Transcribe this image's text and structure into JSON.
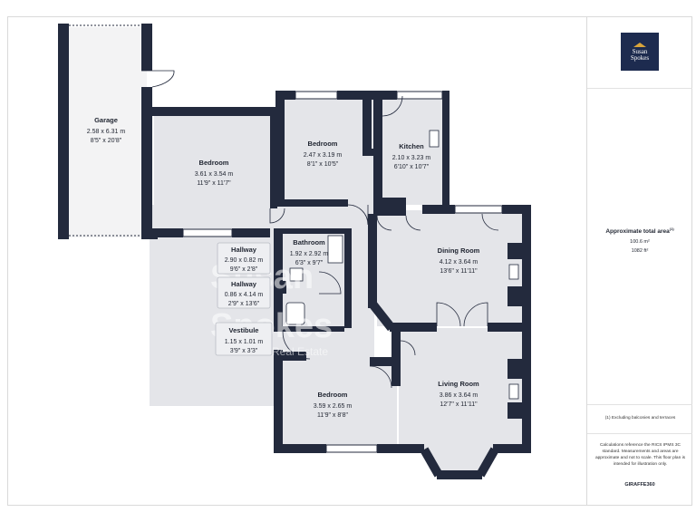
{
  "rooms": {
    "garage": {
      "name": "Garage",
      "metric": "2.58 x 6.31 m",
      "imperial": "8'5\" x 20'8\""
    },
    "bedroom1": {
      "name": "Bedroom",
      "metric": "3.61 x 3.54 m",
      "imperial": "11'9\" x 11'7\""
    },
    "bedroom2": {
      "name": "Bedroom",
      "metric": "2.47 x 3.19 m",
      "imperial": "8'1\" x 10'5\""
    },
    "kitchen": {
      "name": "Kitchen",
      "metric": "2.10 x 3.23 m",
      "imperial": "6'10\" x 10'7\""
    },
    "hallway1": {
      "name": "Hallway",
      "metric": "2.90 x 0.82 m",
      "imperial": "9'6\" x 2'8\""
    },
    "hallway2": {
      "name": "Hallway",
      "metric": "0.86 x 4.14 m",
      "imperial": "2'9\" x 13'6\""
    },
    "bathroom": {
      "name": "Bathroom",
      "metric": "1.92 x 2.92 m",
      "imperial": "6'3\" x 9'7\""
    },
    "vestibule": {
      "name": "Vestibule",
      "metric": "1.15 x 1.01 m",
      "imperial": "3'9\" x 3'3\""
    },
    "dining": {
      "name": "Dining Room",
      "metric": "4.12 x 3.64 m",
      "imperial": "13'6\" x 11'11\""
    },
    "living": {
      "name": "Living Room",
      "metric": "3.86 x 3.64 m",
      "imperial": "12'7\" x 11'11\""
    },
    "bedroom3": {
      "name": "Bedroom",
      "metric": "3.59 x 2.65 m",
      "imperial": "11'9\" x 8'8\""
    }
  },
  "watermark": {
    "line1": "Susan",
    "line2": "Spokes",
    "line3": "Real Estate"
  },
  "logo": {
    "line1": "Susan",
    "line2": "Spokes"
  },
  "sidebar": {
    "area_title": "Approximate total area",
    "area_sup": "(1)",
    "area_m2": "100.6 m²",
    "area_ft2": "1082 ft²",
    "footnote": "(1) Excluding balconies and terraces",
    "disclaimer": "Calculations reference the RICS IPMS 3C standard. Measurements and areas are approximate and not to scale. This floor plan is intended for illustration only.",
    "brand": "GIRAFFE360"
  },
  "colors": {
    "wall": "#232a3d",
    "floor": "#e4e5e9",
    "garage_floor": "#f3f3f4",
    "label_box": "#eeeff2"
  }
}
